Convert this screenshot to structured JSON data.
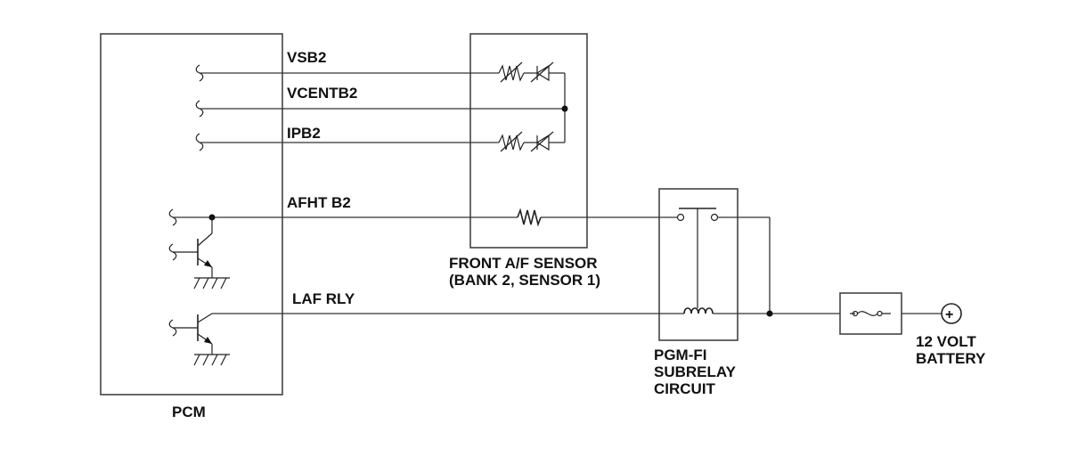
{
  "diagram": {
    "signals": {
      "vsb2": "VSB2",
      "vcentb2": "VCENTB2",
      "ipb2": "IPB2",
      "afht": "AFHT B2",
      "laf": "LAF RLY"
    },
    "components": {
      "pcm": "PCM",
      "sensor_line1": "FRONT A/F SENSOR",
      "sensor_line2": "(BANK 2, SENSOR 1)",
      "relay_line1": "PGM-FI",
      "relay_line2": "SUBRELAY",
      "relay_line3": "CIRCUIT",
      "battery_line1": "12 VOLT",
      "battery_line2": "BATTERY",
      "battery_symbol": "+"
    }
  }
}
